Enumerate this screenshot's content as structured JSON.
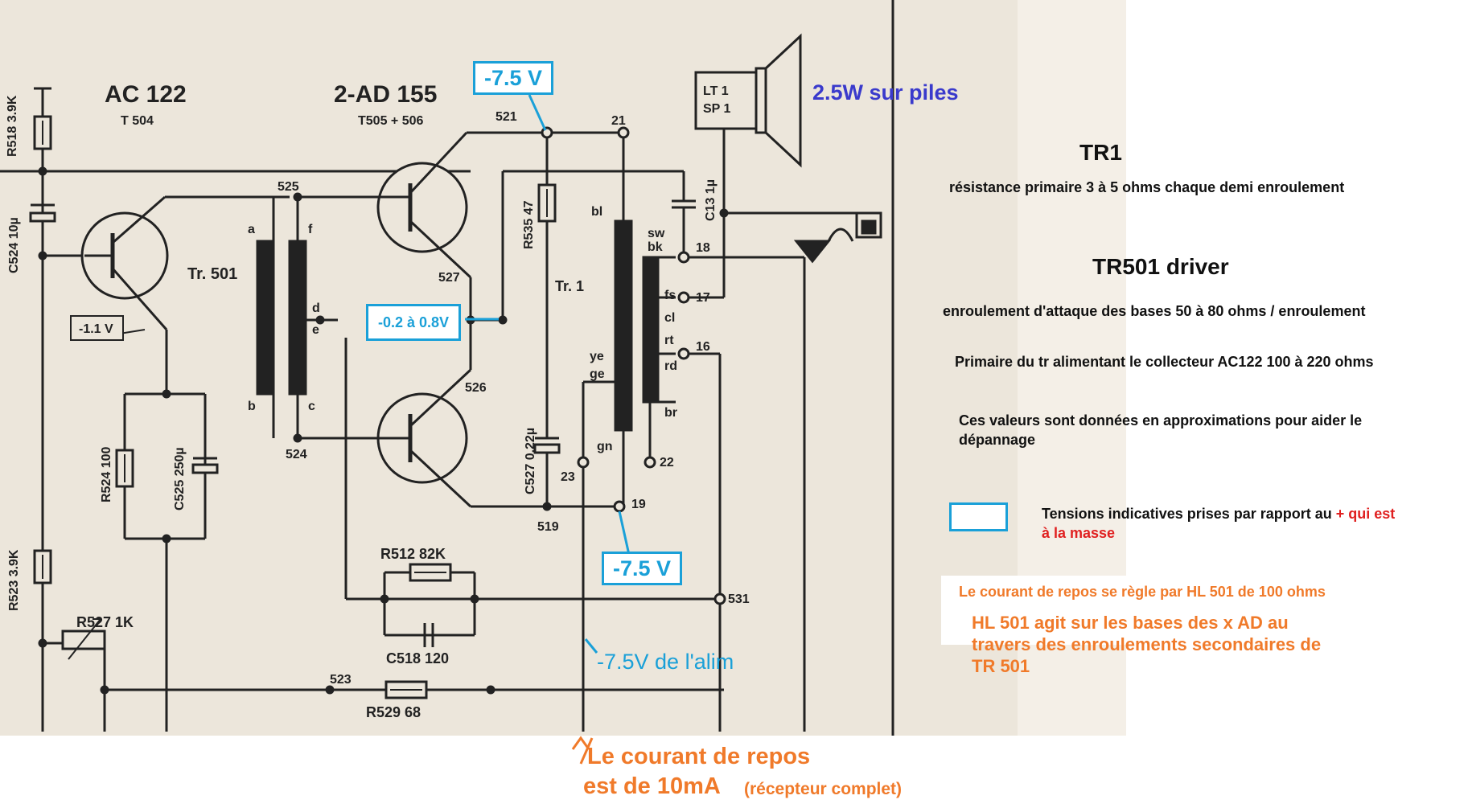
{
  "schematic": {
    "labels": {
      "ac122": "AC 122",
      "t504": "T 504",
      "ad155": "2-AD 155",
      "t505": "T505 + 506",
      "tr501": "Tr. 501",
      "tr1": "Tr. 1",
      "speaker": [
        "LT 1",
        "SP 1"
      ],
      "r518": "R518  3.9K",
      "c524": "C524  10µ",
      "r524": "R524  100",
      "c525": "C525  250µ",
      "r523": "R523  3.9K",
      "r527": "R527  1K",
      "r512": "R512  82K",
      "c518": "C518  120",
      "r529": "R529  68",
      "r535": "R535  47",
      "c527": "C527  0.22µ",
      "c13": "C13  1µ",
      "v_ac122": "-1.1 V",
      "nodes": [
        "521",
        "21",
        "525",
        "527",
        "526",
        "524",
        "519",
        "19",
        "18",
        "17",
        "16",
        "22",
        "23",
        "531",
        "523"
      ],
      "pins": [
        "a",
        "b",
        "c",
        "d",
        "e",
        "f",
        "bl",
        "sw",
        "bk",
        "fs",
        "cl",
        "rt",
        "rd",
        "ye",
        "ge",
        "gn",
        "br"
      ]
    }
  },
  "annotations": {
    "v_top": "-7.5 V",
    "v_bases": "-0.2 à 0.8V",
    "v_bottom": "-7.5 V",
    "power_label": "2.5W sur piles",
    "alim_label": "-7.5V de l'alim",
    "tr1_title": "TR1",
    "tr1_text": "résistance primaire  3 à 5 ohms chaque demi enroulement",
    "tr501_title": "TR501 driver",
    "tr501_text1": "enroulement d'attaque des bases 50 à 80 ohms / enroulement",
    "tr501_text2": "Primaire du tr alimentant le collecteur AC122 100 à 220 ohms",
    "approx_line1": "Ces valeurs sont données en approximations pour aider le",
    "approx_line2": "dépannage",
    "legend_text_a": "Tensions indicatives prises par rapport au ",
    "legend_plus": "+ qui est",
    "legend_line2": "à la masse",
    "repos_hl": "Le courant de repos se règle par HL 501 de 100 ohms",
    "hl501_line1": "HL 501 agit sur les bases des  x AD au",
    "hl501_line2": "travers des enroulements secondaires de",
    "hl501_line3": "TR 501",
    "courant_line1": "Le courant de repos",
    "courant_line2": "est de 10mA",
    "courant_note": "(récepteur complet)"
  },
  "colors": {
    "paper": "#ece6db",
    "ink": "#222222",
    "blue_box": "#1aa0d8",
    "orange": "#f07a2a",
    "indigo": "#3a3acc",
    "red": "#e02020"
  }
}
